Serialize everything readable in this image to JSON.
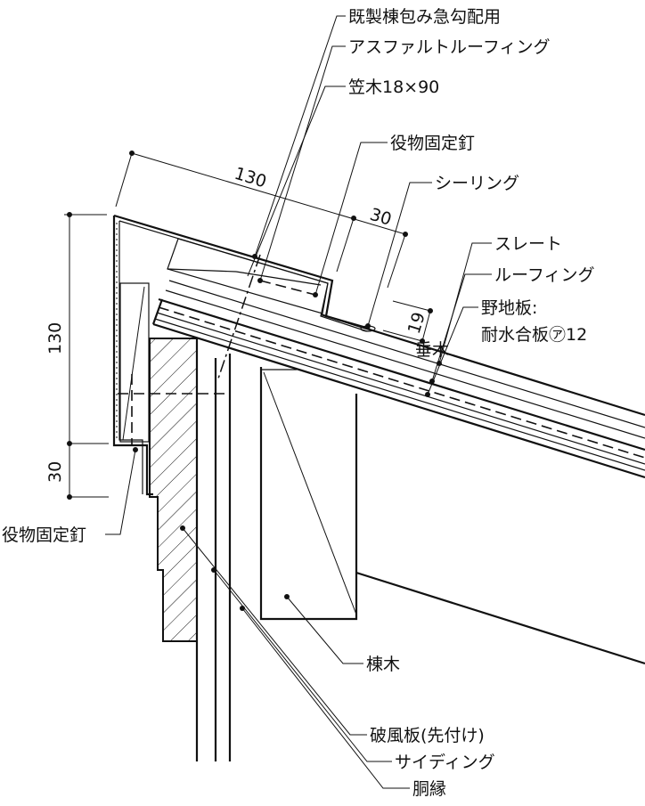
{
  "labels": {
    "ridge_cover": "既製棟包み急勾配用",
    "asphalt_roofing": "アスファルトルーフィング",
    "kasagi": "笠木18×90",
    "nail_upper": "役物固定釘",
    "sealing": "シーリング",
    "slate": "スレート",
    "roofing": "ルーフィング",
    "sheathing_1": "野地板:",
    "sheathing_2": "耐水合板㋐12",
    "rafter": "垂木",
    "ridge_beam": "棟木",
    "bargeboard": "破風板(先付け)",
    "siding": "サイディング",
    "furring": "胴縁",
    "nail_left": "役物固定釘"
  },
  "dimensions": {
    "top_130": "130",
    "top_30": "30",
    "side_130": "130",
    "side_30": "30",
    "thick_19": "19"
  }
}
